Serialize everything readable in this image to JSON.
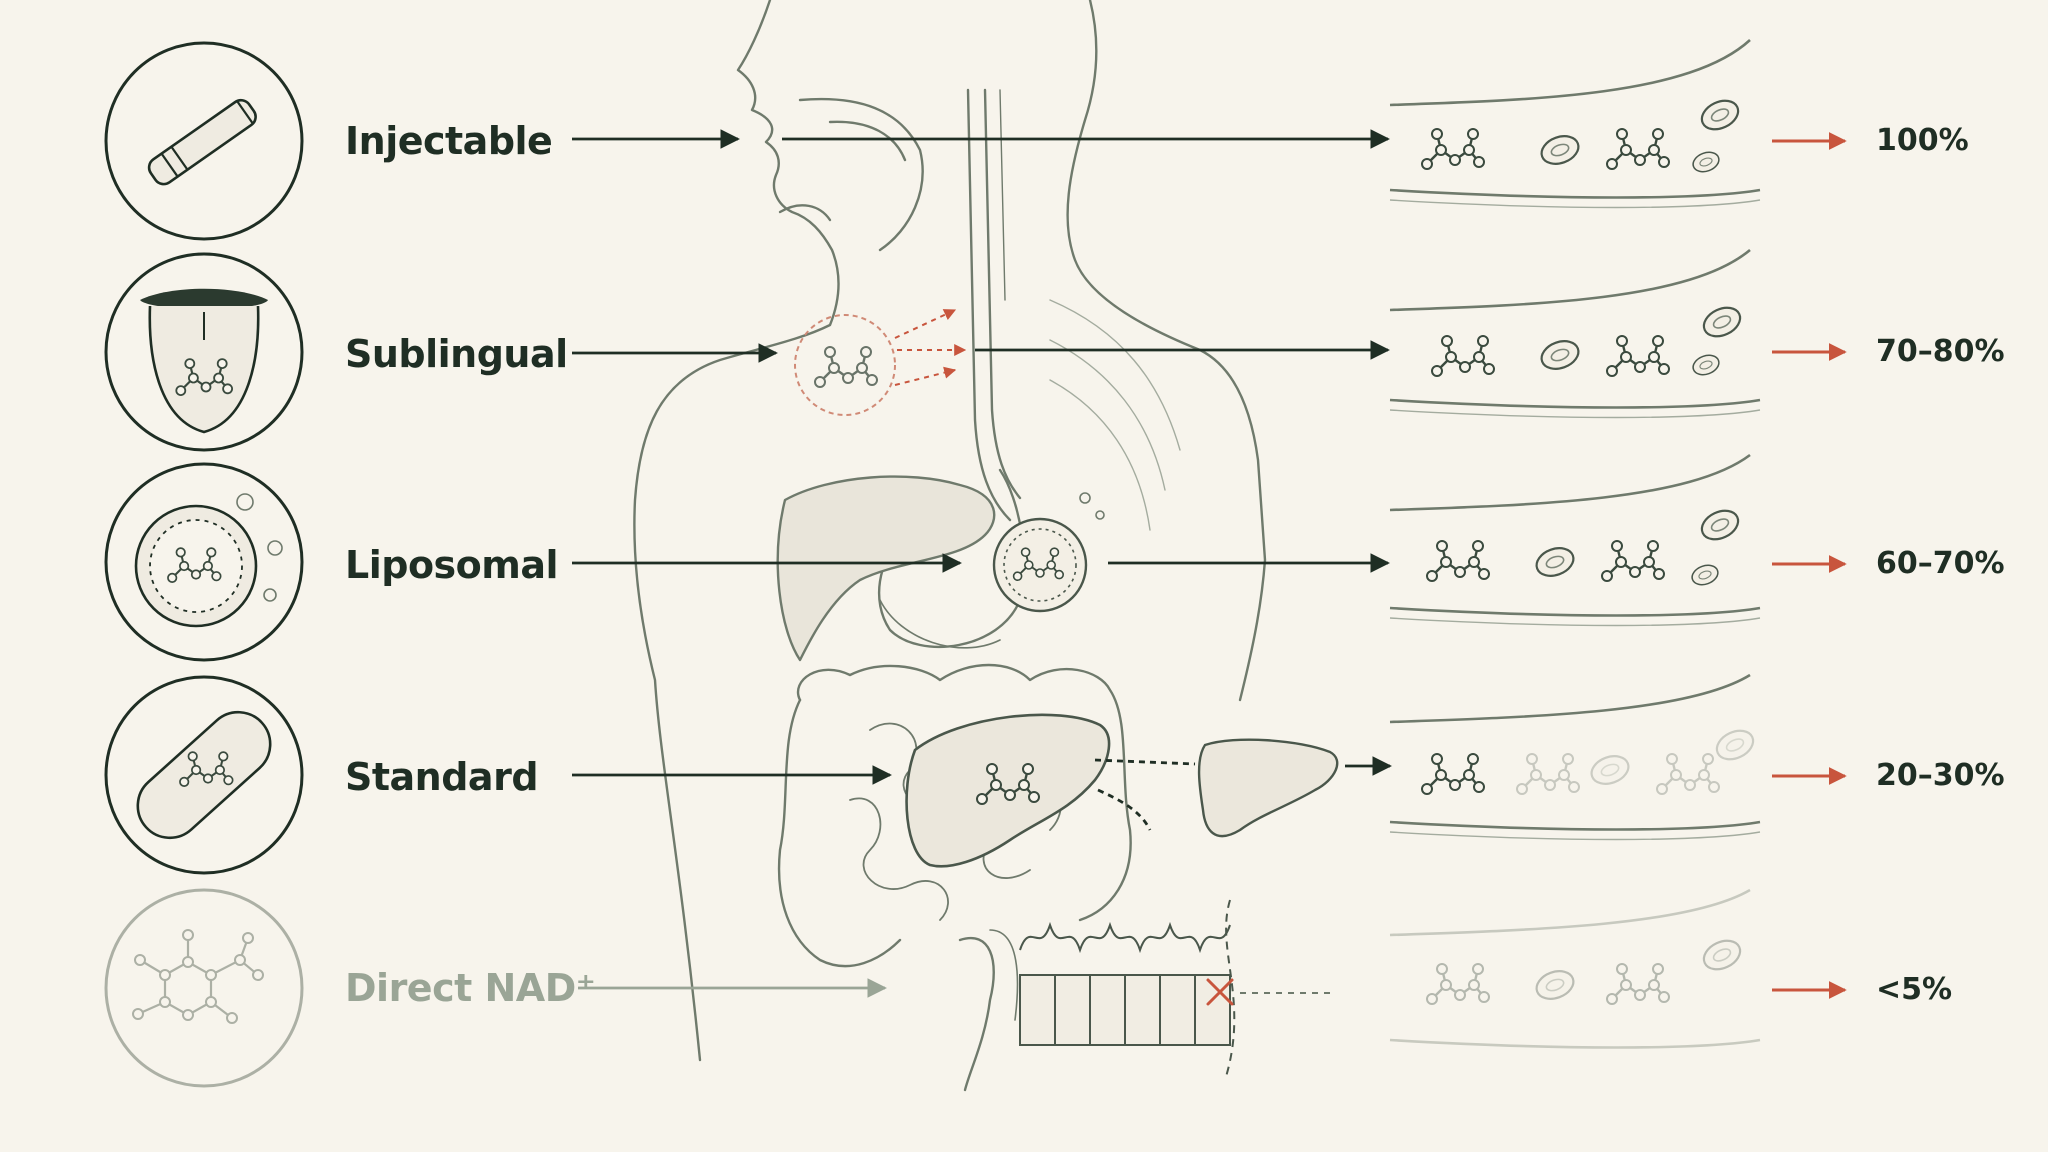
{
  "routes": [
    {
      "label": "Injectable",
      "value": "100%",
      "faded": false,
      "icon": "syringe-icon"
    },
    {
      "label": "Sublingual",
      "value": "70–80%",
      "faded": false,
      "icon": "tongue-icon"
    },
    {
      "label": "Liposomal",
      "value": "60–70%",
      "faded": false,
      "icon": "liposome-icon"
    },
    {
      "label": "Standard",
      "value": "20–30%",
      "faded": false,
      "icon": "capsule-icon"
    },
    {
      "label": "Direct NAD⁺",
      "value": "<5%",
      "faded": true,
      "icon": "nad-molecule-icon"
    }
  ],
  "colors": {
    "background": "#f7f4ec",
    "ink": "#1f2e24",
    "accent": "#c8553d",
    "faded": "#9aa596",
    "sketch": "#6f7a6c"
  }
}
